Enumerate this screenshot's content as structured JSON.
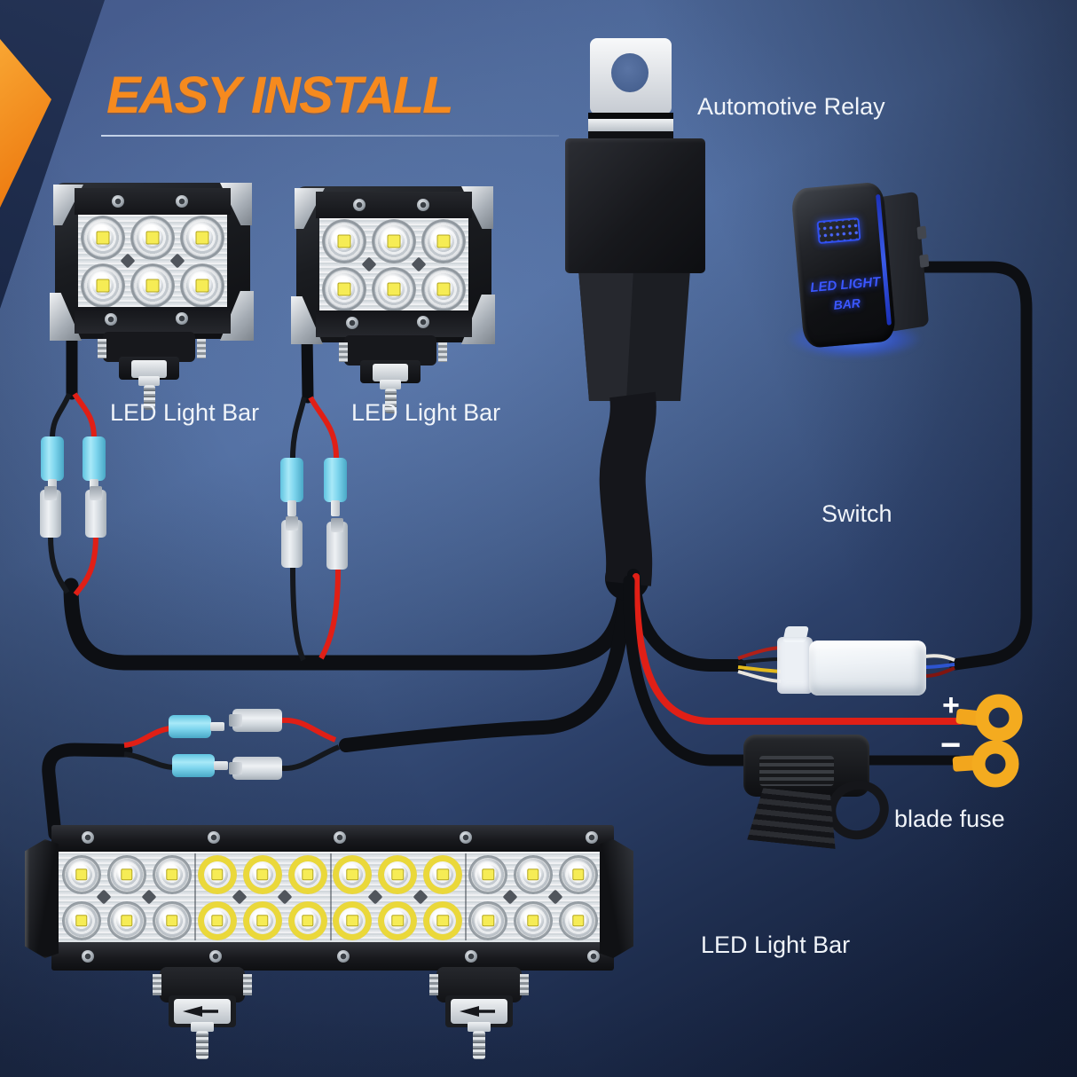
{
  "title": "EASY INSTALL",
  "labels": {
    "relay": "Automotive Relay",
    "switch": "Switch",
    "led_pod_1": "LED Light Bar",
    "led_pod_2": "LED Light Bar",
    "led_main_bar": "LED Light Bar",
    "blade_fuse": "blade fuse",
    "battery_positive": "+",
    "battery_negative": "−"
  },
  "switch_face": {
    "line1": "LED LIGHT",
    "line2": "BAR"
  },
  "colors": {
    "accent_orange": "#F68A1E",
    "corner_orange": "#EE7D12",
    "wire_red": "#E01F16",
    "cable_black": "#0D0F13",
    "connector_blue": "#7ED4EC",
    "terminal_yellow": "#F2A61D",
    "switch_glow_blue": "#3B57FF",
    "label_white": "#F0F4F9"
  }
}
